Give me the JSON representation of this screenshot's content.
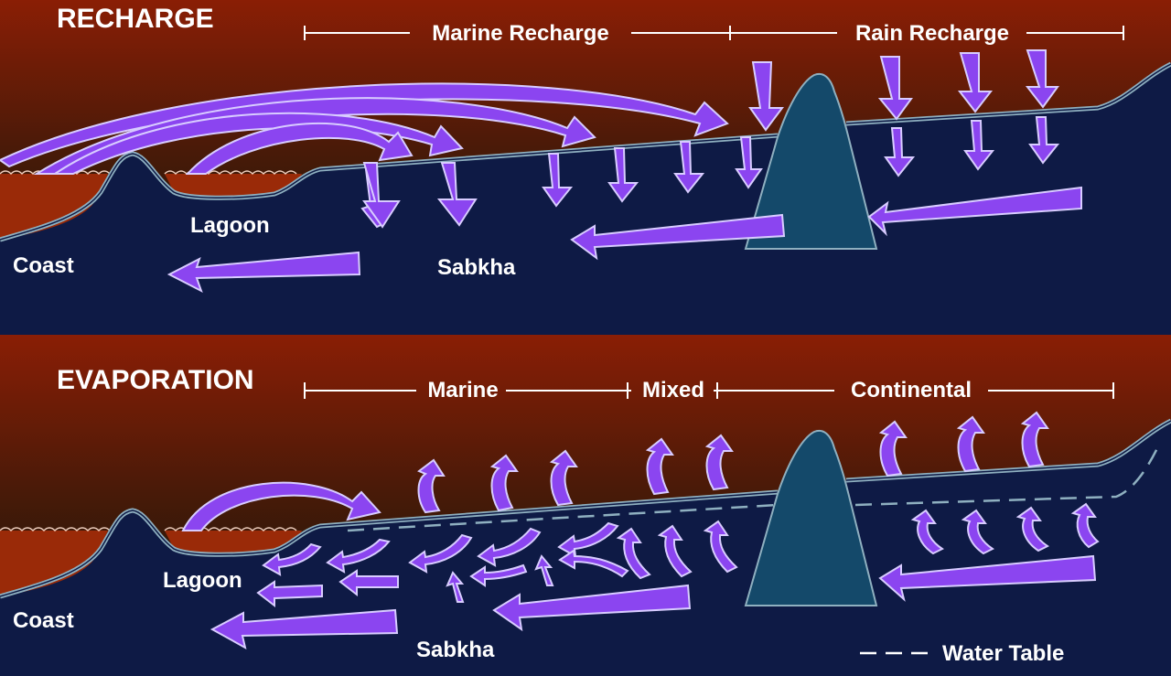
{
  "recharge": {
    "title": "RECHARGE",
    "zone_marine": "Marine Recharge",
    "zone_rain": "Rain Recharge",
    "label_lagoon": "Lagoon",
    "label_coast": "Coast",
    "label_sabkha": "Sabkha"
  },
  "evaporation": {
    "title": "EVAPORATION",
    "zone_marine": "Marine",
    "zone_mixed": "Mixed",
    "zone_continental": "Continental",
    "label_lagoon": "Lagoon",
    "label_coast": "Coast",
    "label_sabkha": "Sabkha",
    "legend_water_table": "Water Table"
  },
  "colors": {
    "sky_top": "#8a1e05",
    "sky_dark": "#0a1a10",
    "ground": "#0e1a45",
    "lagoon_water": "#9a2a08",
    "surface_line": "#8fb0c0",
    "dune": "#14496a",
    "arrow": "#8b45f0",
    "arrow_stroke": "#d8ccff",
    "text": "#ffffff"
  }
}
